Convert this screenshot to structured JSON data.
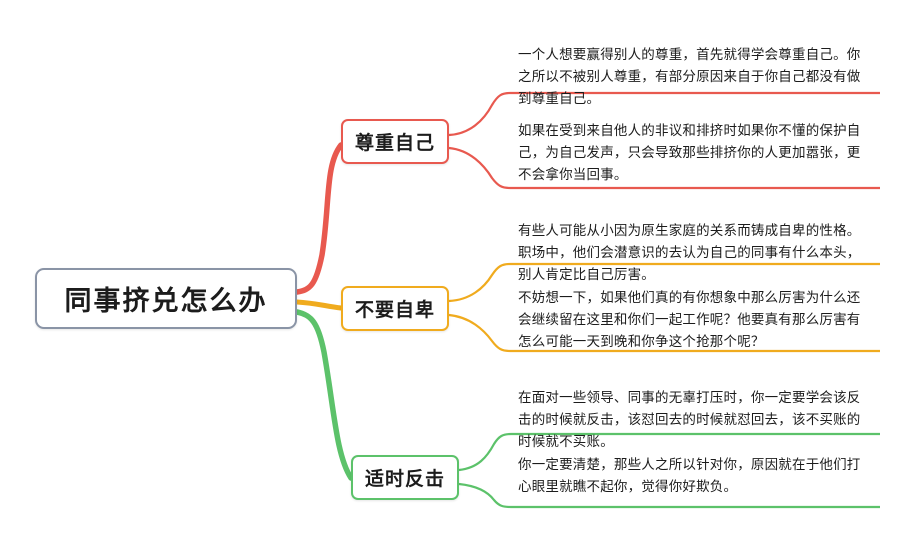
{
  "diagram": {
    "type": "mindmap",
    "orientation": "left-to-right",
    "root": {
      "label": "同事挤兑怎么办",
      "border_color": "#8a94a6"
    },
    "branches": [
      {
        "label": "尊重自己",
        "color": "#e8594f",
        "border_color": "#e8594f",
        "leaves": [
          "一个人想要赢得别人的尊重，首先就得学会尊重自己。你之所以不被别人尊重，有部分原因来自于你自己都没有做到尊重自己。",
          "如果在受到来自他人的非议和排挤时如果你不懂的保护自己，为自己发声，只会导致那些排挤你的人更加嚣张，更不会拿你当回事。"
        ]
      },
      {
        "label": "不要自卑",
        "color": "#f0ab1e",
        "border_color": "#f0ab1e",
        "leaves": [
          "有些人可能从小因为原生家庭的关系而铸成自卑的性格。职场中，他们会潜意识的去认为自己的同事有什么本头，别人肯定比自己厉害。",
          "不妨想一下，如果他们真的有你想象中那么厉害为什么还会继续留在这里和你们一起工作呢？他要真有那么厉害有怎么可能一天到晚和你争这个抢那个呢？"
        ]
      },
      {
        "label": "适时反击",
        "color": "#5cc26a",
        "border_color": "#5cc26a",
        "leaves": [
          "在面对一些领导、同事的无辜打压时，你一定要学会该反击的时候就反击，该怼回去的时候就怼回去，该不买账的时候就不买账。",
          "你一定要清楚，那些人之所以针对你，原因就在于他们打心眼里就瞧不起你，觉得你好欺负。"
        ]
      }
    ]
  },
  "colors": {
    "red": "#e8594f",
    "yellow": "#f0ab1e",
    "green": "#5cc26a",
    "root_border": "#8a94a6",
    "text": "#1c1c1c",
    "background": "#ffffff"
  }
}
